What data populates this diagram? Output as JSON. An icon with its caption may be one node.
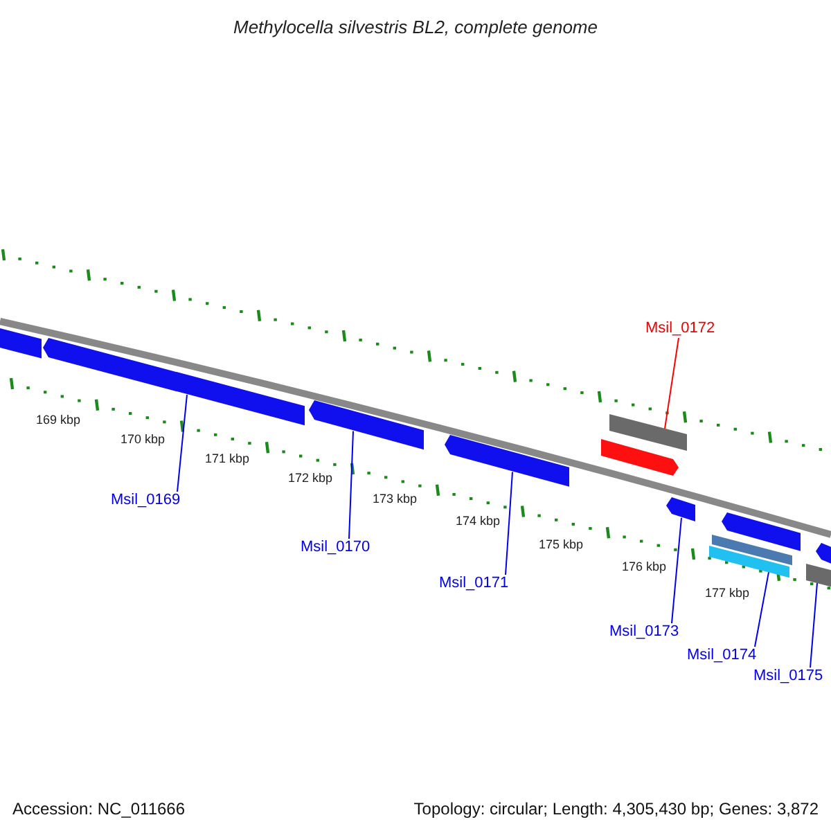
{
  "diagram": {
    "title": "Methylocella silvestris BL2, complete genome",
    "nodes": [
      {
        "text": [],
        "shape": "bar"
      },
      {
        "text": [],
        "shape": "bar"
      },
      {
        "text": [],
        "shape": "bar"
      },
      {
        "text": [],
        "shape": "bar"
      },
      {
        "text": [],
        "shape": "bar"
      },
      {
        "text": [],
        "shape": "bar"
      },
      {
        "text": [],
        "shape": "bar"
      },
      {
        "text": [],
        "shape": "bar"
      },
      {
        "text": [],
        "shape": "bar"
      },
      {
        "text": [],
        "shape": "bar"
      },
      {
        "text": [],
        "shape": "bar"
      },
      {
        "text": [],
        "shape": "bar"
      },
      {
        "text": [
          "Msil_0169"
        ]
      },
      {
        "text": [
          "Msil_0170"
        ]
      },
      {
        "text": [
          "Msil_0171"
        ]
      },
      {
        "text": [
          "Msil_0172"
        ]
      },
      {
        "text": [
          "Msil_0173"
        ]
      },
      {
        "text": [
          "Msil_0174"
        ]
      },
      {
        "text": [
          "Msil_0175"
        ]
      }
    ],
    "edges": [
      {
        "from": 12,
        "to": 1,
        "arrow": "none"
      },
      {
        "from": 13,
        "to": 2,
        "arrow": "none"
      },
      {
        "from": 14,
        "to": 3,
        "arrow": "none"
      },
      {
        "from": 15,
        "to": 4,
        "arrow": "none",
        "color": "#ff0000"
      },
      {
        "from": 16,
        "to": 6,
        "arrow": "none"
      },
      {
        "from": 17,
        "to": 9,
        "arrow": "none"
      },
      {
        "from": 18,
        "to": 11,
        "arrow": "none"
      }
    ],
    "labels": [
      "169 kbp",
      "170 kbp",
      "171 kbp",
      "172 kbp",
      "173 kbp",
      "174 kbp",
      "175 kbp",
      "176 kbp",
      "177 kbp",
      "Accession: NC_011666",
      "Topology: circular; Length: 4,305,430 bp; Genes: 3,872"
    ]
  }
}
